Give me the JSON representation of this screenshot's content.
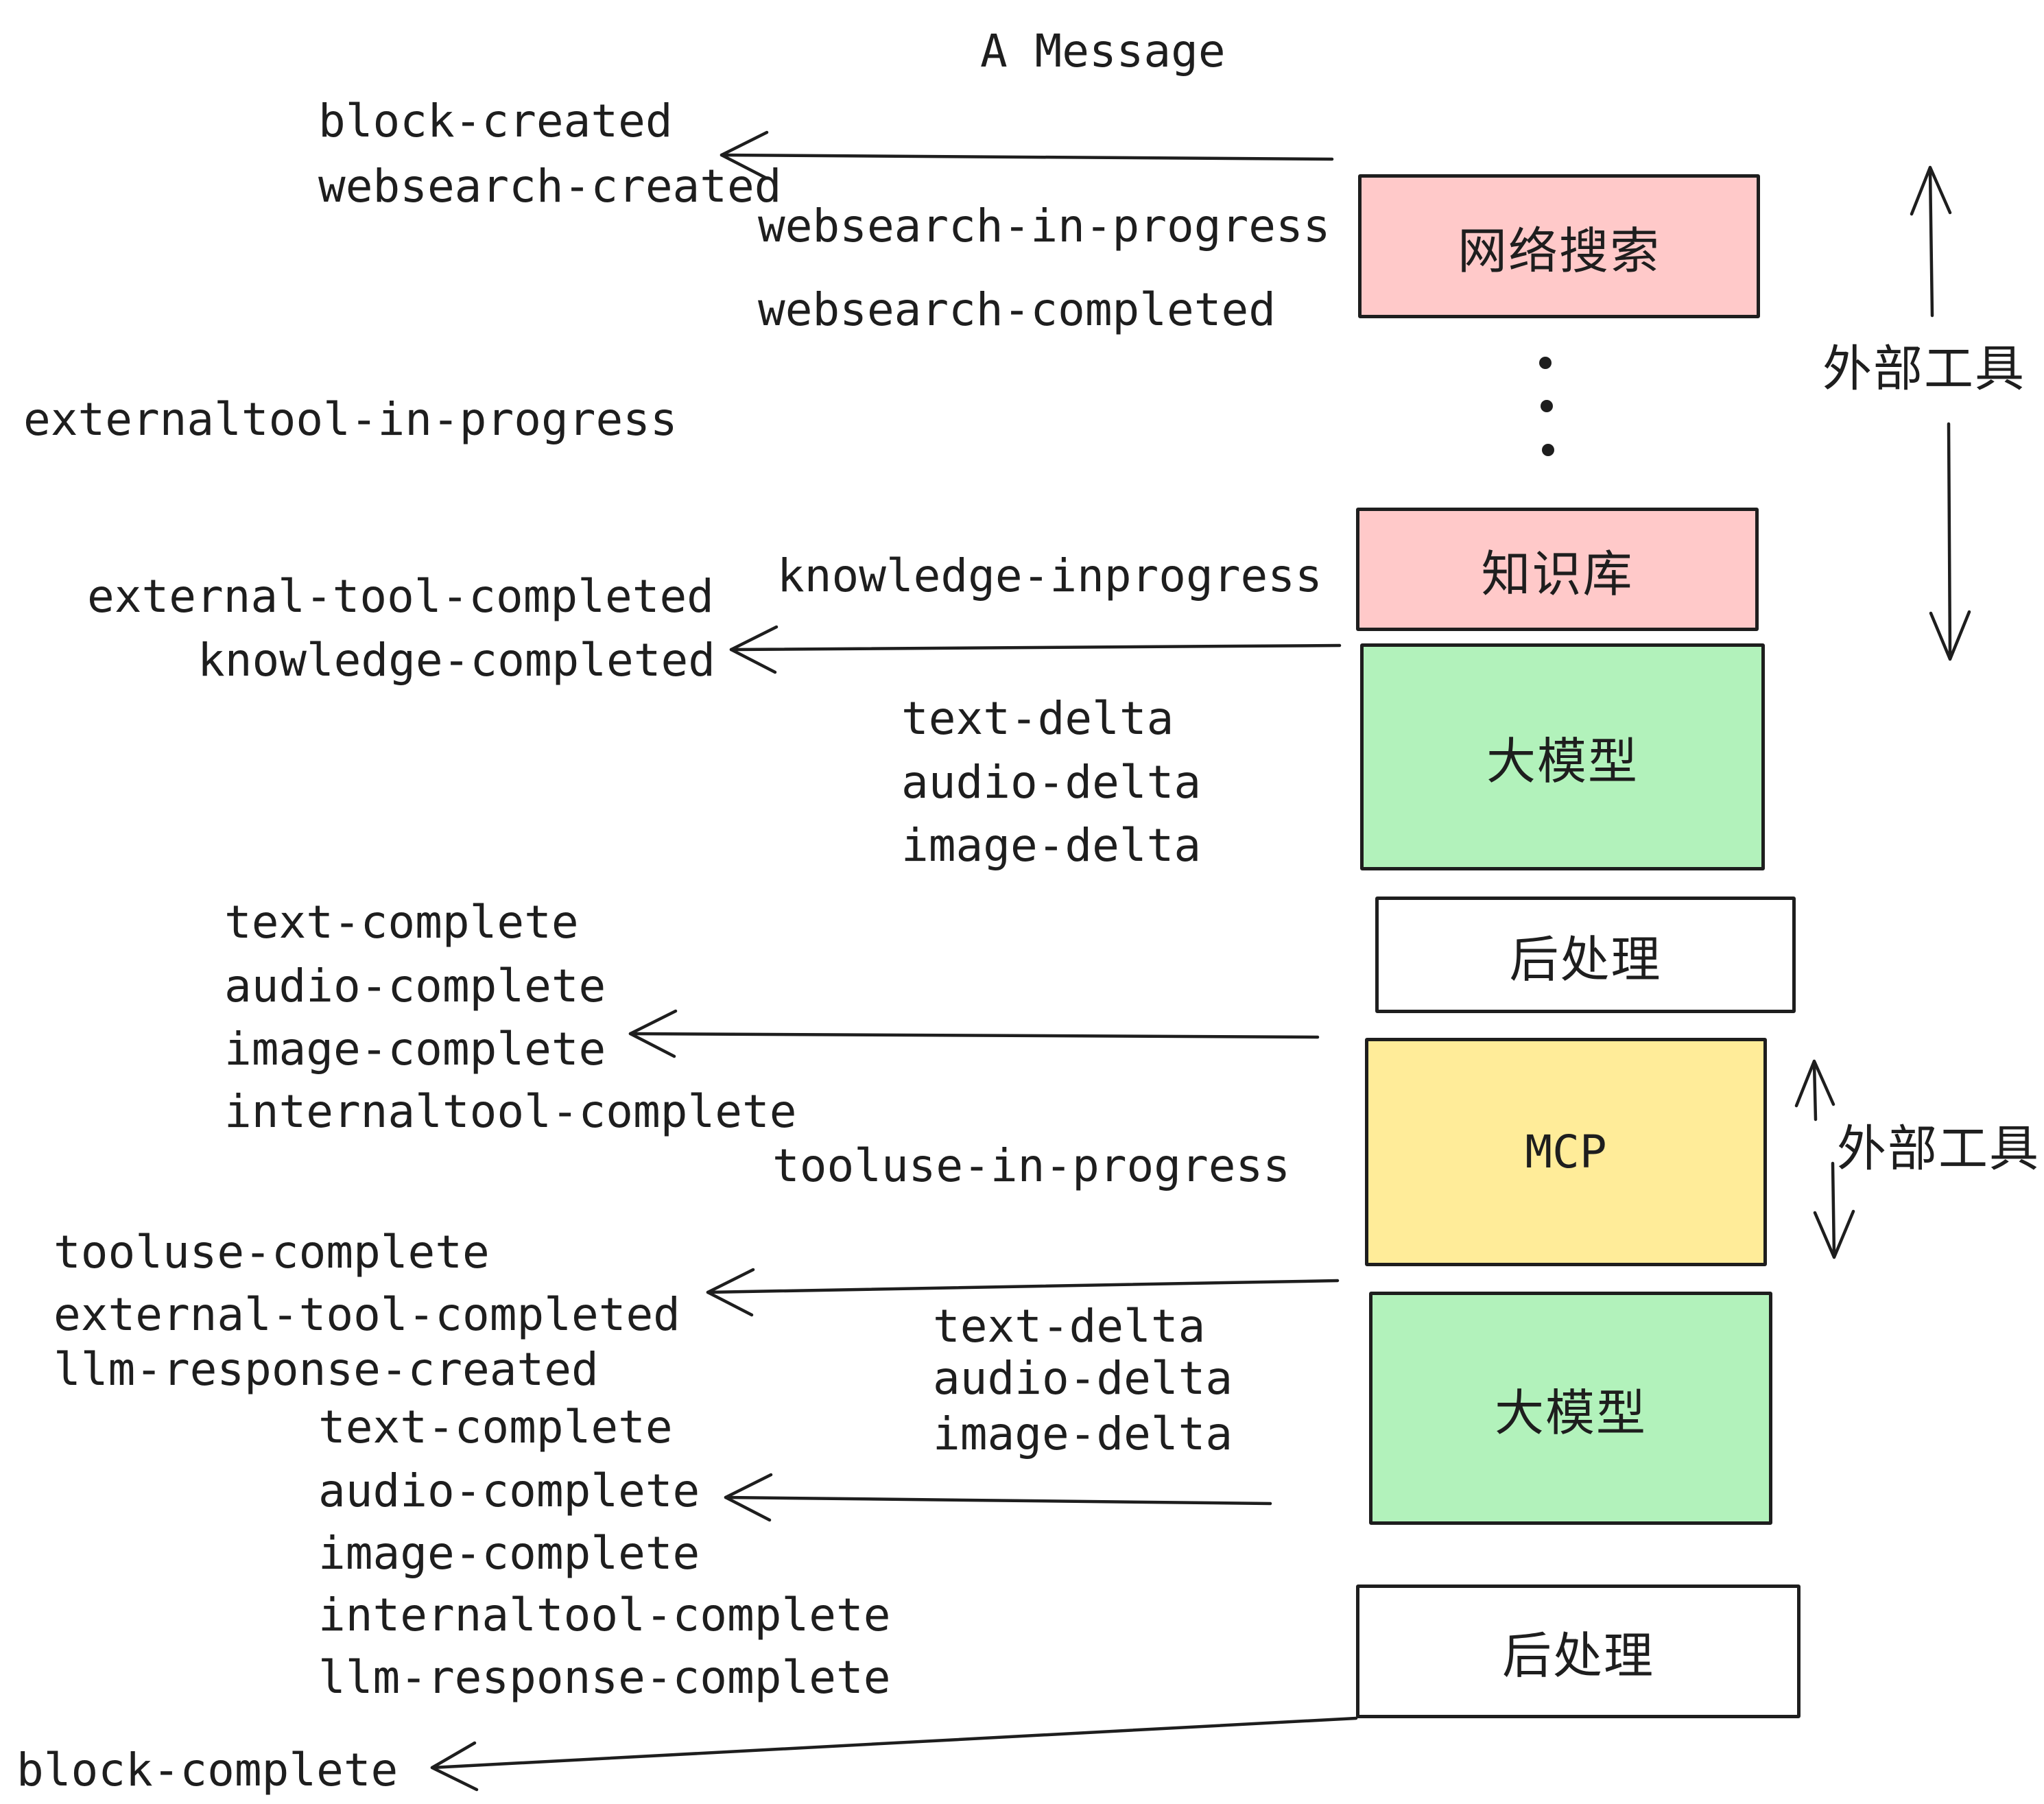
{
  "title": "A Message",
  "colors": {
    "websearch_box_fill": "#ffc9c9",
    "knowledge_box_fill": "#ffc9c9",
    "llm_box_fill": "#b2f2bb",
    "postprocess_box_fill": "#ffffff",
    "mcp_box_fill": "#ffec99",
    "stroke": "#1e1e1e",
    "background": "#ffffff"
  },
  "boxes": {
    "websearch": {
      "label": "网络搜索"
    },
    "knowledge": {
      "label": "知识库"
    },
    "llm1": {
      "label": "大模型"
    },
    "post1": {
      "label": "后处理"
    },
    "mcp": {
      "label": "MCP"
    },
    "llm2": {
      "label": "大模型"
    },
    "post2": {
      "label": "后处理"
    }
  },
  "side_labels": {
    "external_tools_top": "外部工具",
    "external_tools_mcp": "外部工具"
  },
  "events": {
    "block_created": "block-created",
    "websearch_created": "websearch-created",
    "websearch_in_progress": "websearch-in-progress",
    "websearch_completed": "websearch-completed",
    "externaltool_in_progress": "externaltool-in-progress",
    "external_tool_completed_1": "external-tool-completed",
    "knowledge_inprogress": "knowledge-inprogress",
    "knowledge_completed": "knowledge-completed",
    "text_delta_1": "text-delta",
    "audio_delta_1": "audio-delta",
    "image_delta_1": "image-delta",
    "text_complete_1": "text-complete",
    "audio_complete_1": "audio-complete",
    "image_complete_1": "image-complete",
    "internaltool_complete_1": "internaltool-complete",
    "tooluse_in_progress": "tooluse-in-progress",
    "tooluse_complete": "tooluse-complete",
    "external_tool_completed_2": "external-tool-completed",
    "llm_response_created": "llm-response-created",
    "text_complete_2": "text-complete",
    "audio_complete_2": "audio-complete",
    "image_complete_2": "image-complete",
    "internaltool_complete_2": "internaltool-complete",
    "llm_response_complete": "llm-response-complete",
    "text_delta_2": "text-delta",
    "audio_delta_2": "audio-delta",
    "image_delta_2": "image-delta",
    "block_complete": "block-complete"
  }
}
